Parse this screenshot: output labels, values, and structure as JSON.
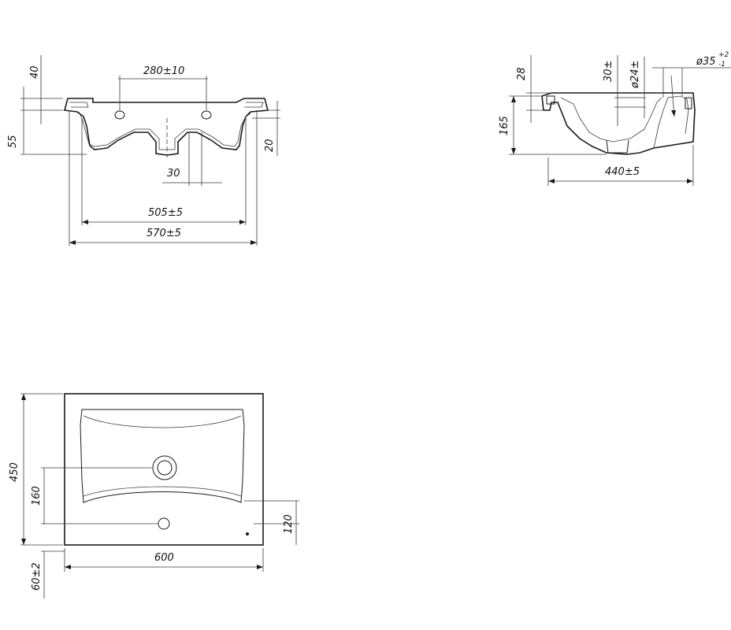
{
  "colors": {
    "ink": "#1a1a1a",
    "background": "#ffffff"
  },
  "front_view": {
    "dims": {
      "holes_spacing": "280±10",
      "top_rim": "40",
      "side_depth": "55",
      "right_depth": "20",
      "drain_width": "30",
      "inner_width": "505±5",
      "outer_width": "570±5"
    }
  },
  "side_view": {
    "dims": {
      "rim_height": "28",
      "offset": "30±",
      "drain_diameter": "ø24±",
      "overflow_diameter": "ø35",
      "overflow_tol_upper": "+2",
      "overflow_tol_lower": "-1",
      "height": "165",
      "depth": "440±5"
    }
  },
  "top_view": {
    "dims": {
      "depth": "450",
      "drain_offset": "160",
      "tap_offset": "120",
      "width": "600",
      "vanity_offset": "60±2"
    }
  }
}
